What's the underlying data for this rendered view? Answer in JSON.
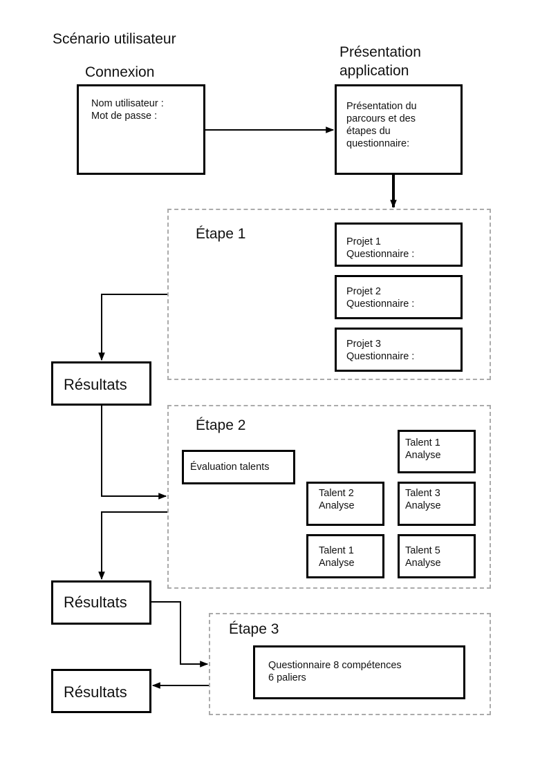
{
  "title": "Scénario utilisateur",
  "connexion": {
    "heading": "Connexion",
    "text": "Nom utilisateur :\nMot de passe :"
  },
  "presentation": {
    "heading": "Présentation\napplication",
    "text": "Présentation du\nparcours et des\nétapes du\nquestionnaire:"
  },
  "etape1": {
    "heading": "Étape 1",
    "projets": [
      "Projet 1\nQuestionnaire :",
      "Projet 2\nQuestionnaire :",
      "Projet 3\nQuestionnaire :"
    ]
  },
  "etape2": {
    "heading": "Étape 2",
    "evaluation": "Évaluation talents",
    "talents": [
      "Talent 1\nAnalyse",
      "Talent 2\nAnalyse",
      "Talent 3\nAnalyse",
      "Talent 1\nAnalyse",
      "Talent 5\nAnalyse"
    ]
  },
  "etape3": {
    "heading": "Étape 3",
    "text": "Questionnaire 8 compétences\n6 paliers"
  },
  "resultats": [
    "Résultats",
    "Résultats",
    "Résultats"
  ]
}
